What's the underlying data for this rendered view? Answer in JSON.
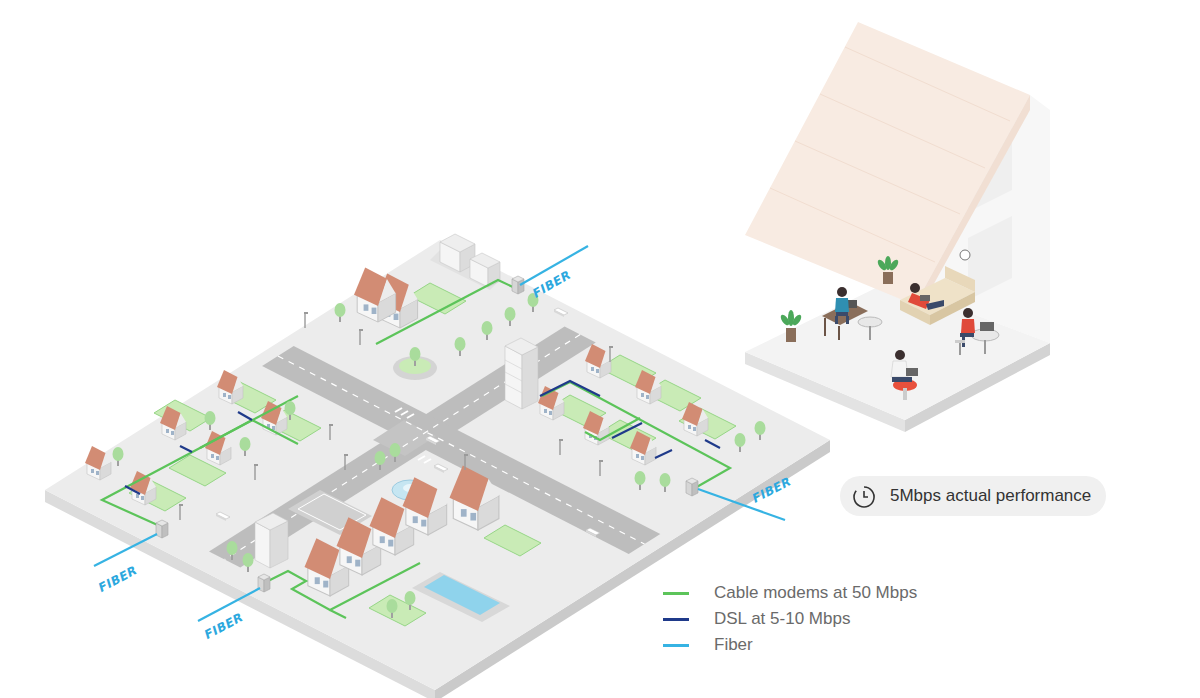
{
  "diagram": {
    "nodes": [
      {
        "text": [
          "5Mbps actual performance"
        ]
      }
    ],
    "labels": [
      "FIBER",
      "FIBER",
      "FIBER",
      "FIBER"
    ],
    "legend": [
      {
        "text": "Cable modems at 50 Mbps",
        "color": "#5cc45a"
      },
      {
        "text": "DSL at 5-10 Mbps",
        "color": "#1f3a8a"
      },
      {
        "text": "Fiber",
        "color": "#36b3e3"
      }
    ]
  }
}
